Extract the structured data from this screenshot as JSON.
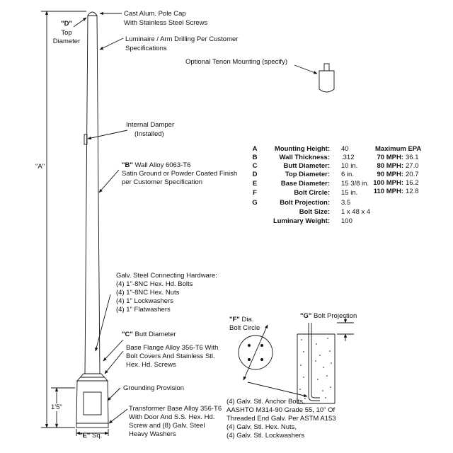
{
  "callouts": {
    "pole_cap": [
      "Cast Alum. Pole Cap",
      "With Stainless Steel Screws"
    ],
    "luminaire": [
      "Luminaire / Arm Drilling Per Customer",
      "Specifications"
    ],
    "tenon": "Optional Tenon Mounting (specify)",
    "damper": [
      "Internal Damper",
      "(Installed)"
    ],
    "wall_alloy_code": "\"B\"",
    "wall_alloy_text": " Wall Alloy 6063-T6",
    "wall_alloy_more": [
      "Satin Ground or Powder Coated Finish",
      "per Customer Specification"
    ],
    "hardware": [
      "Galv. Steel Connecting Hardware:",
      "(4) 1\"-8NC Hex. Hd. Bolts",
      "(4) 1\"-8NC Hex. Nuts",
      "(4) 1\" Lockwashers",
      "(4) 1\" Flatwashers"
    ],
    "butt_code": "\"C\"",
    "butt_text": " Butt Diameter",
    "base_flange": [
      "Base Flange Alloy 356-T6 With",
      "Bolt Covers And Stainless Stl.",
      "Hex. Hd. Screws"
    ],
    "grounding": "Grounding Provision",
    "transformer_base": [
      "Transformer Base Alloy 356-T6",
      "With Door And S.S. Hex. Hd.",
      "Screw and (8) Galv. Steel",
      "Heavy Washers"
    ],
    "anchor": [
      "(4) Galv. Stl. Anchor Bolts,",
      "AASHTO M314-90 Grade 55, 10\" Of",
      "Threaded End Galv. Per ASTM A153",
      "(4) Galv. Stl. Hex. Nuts,",
      "(4) Galv. Stl. Lockwashers"
    ]
  },
  "dimensions": {
    "top_code": "\"D\"",
    "top_label": [
      "Top",
      "Diameter"
    ],
    "height_label": "\"A\"",
    "base_height": "1'5\"",
    "square_code": "\"E\"",
    "square_text": " Sq.",
    "bolt_circle_code": "\"F\"",
    "bolt_circle_text": " Dia.",
    "bolt_circle_more": "Bolt Circle",
    "projection_code": "\"G\"",
    "projection_text": " Bolt Projection"
  },
  "specs": [
    {
      "letter": "A",
      "label": "Mounting Height:",
      "value": "40"
    },
    {
      "letter": "B",
      "label": "Wall Thickness:",
      "value": ".312"
    },
    {
      "letter": "C",
      "label": "Butt Diameter:",
      "value": "10 in."
    },
    {
      "letter": "D",
      "label": "Top Diameter:",
      "value": "6 in."
    },
    {
      "letter": "E",
      "label": "Base Diameter:",
      "value": "15 3/8 in."
    },
    {
      "letter": "F",
      "label": "Bolt Circle:",
      "value": "15 in."
    },
    {
      "letter": "G",
      "label": "Bolt Projection:",
      "value": "3.5"
    },
    {
      "letter": "",
      "label": "Bolt Size:",
      "value": "1 x 48 x 4"
    },
    {
      "letter": "",
      "label": "Luminary Weight:",
      "value": "100"
    }
  ],
  "epa": {
    "title": "Maximum EPA",
    "rows": [
      {
        "wind": "70 MPH:",
        "value": "36.1"
      },
      {
        "wind": "80 MPH:",
        "value": "27.0"
      },
      {
        "wind": "90 MPH:",
        "value": "20.7"
      },
      {
        "wind": "100 MPH:",
        "value": "16.2"
      },
      {
        "wind": "110 MPH:",
        "value": "12.8"
      }
    ]
  }
}
